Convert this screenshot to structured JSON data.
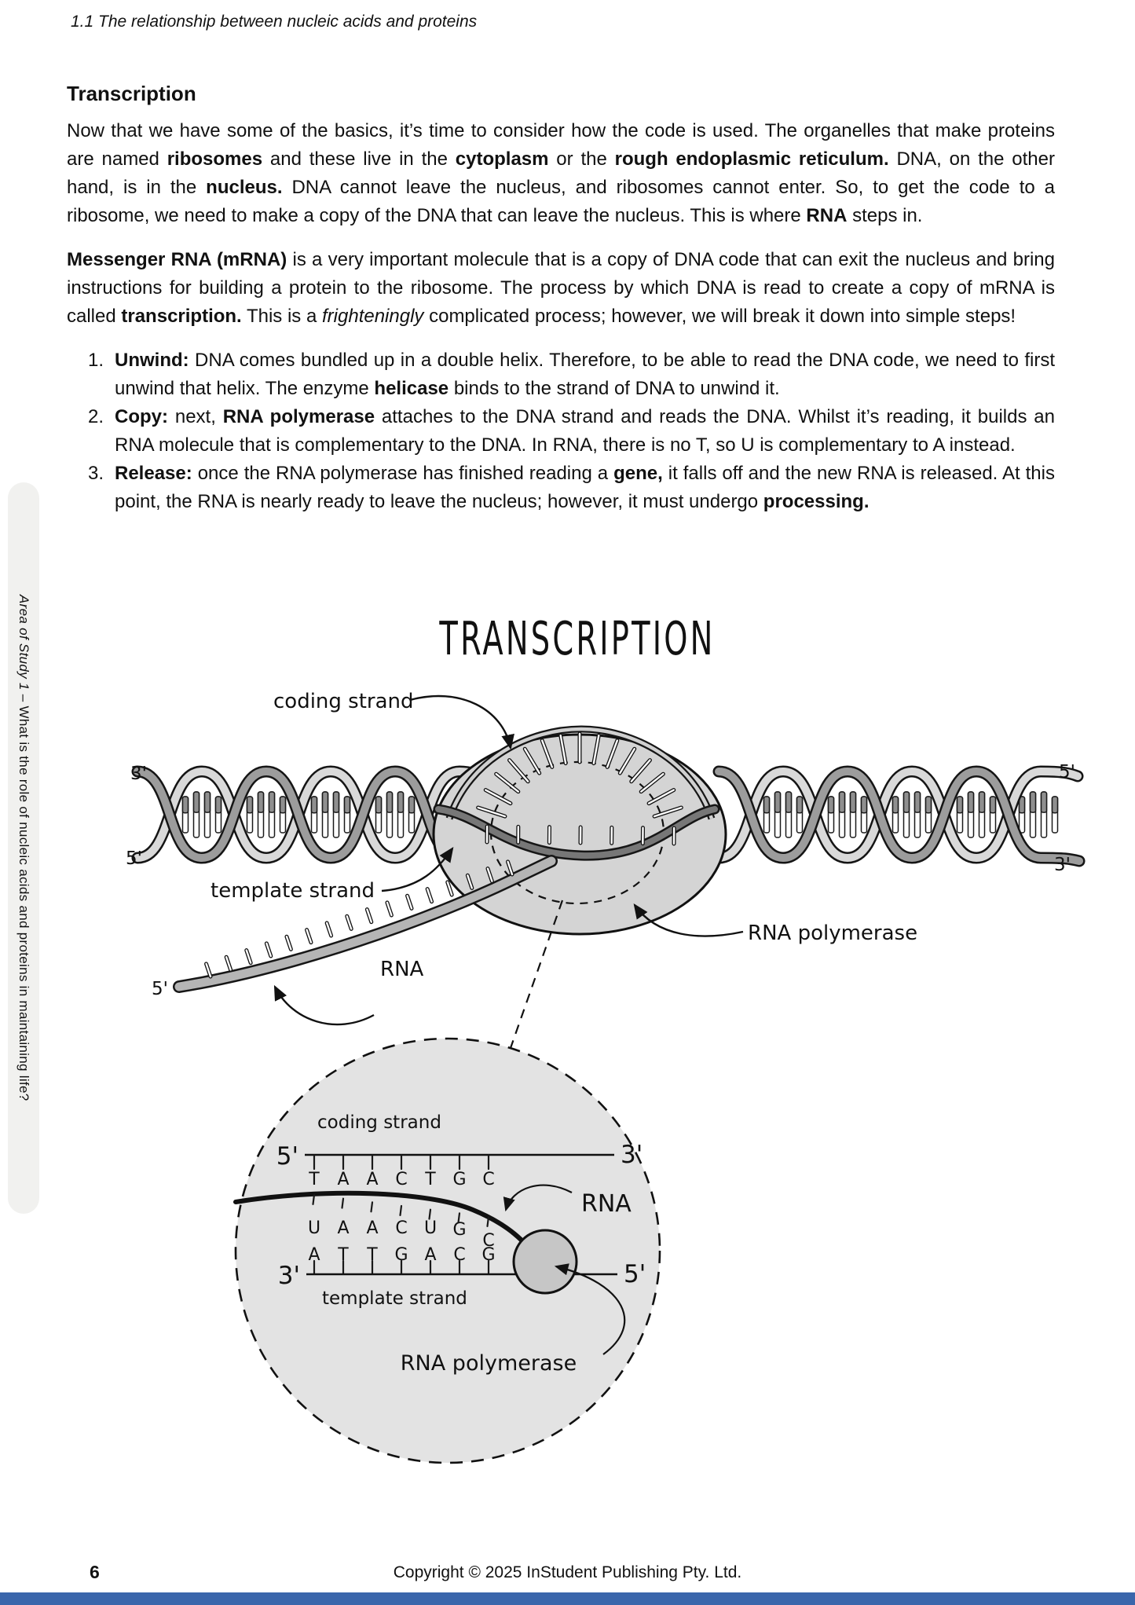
{
  "page": {
    "breadcrumb": "1.1 The relationship between nucleic acids and proteins",
    "footer_page_number": "6",
    "footer_copyright": "Copyright © 2025 InStudent Publishing Pty. Ltd.",
    "footer_bar_color": "#3a66ab"
  },
  "sidebar": {
    "tab_italic": "Area of Study 1 – ",
    "tab_text": "What is the role of nucleic acids and proteins in maintaining life?"
  },
  "content": {
    "heading": "Transcription",
    "paragraph1": [
      {
        "t": "Now that we have some of the basics, it’s time to consider how the code is used. The organelles that make proteins are named "
      },
      {
        "t": "ribosomes",
        "b": true
      },
      {
        "t": " and these live in the "
      },
      {
        "t": "cytoplasm",
        "b": true
      },
      {
        "t": " or the "
      },
      {
        "t": "rough endoplasmic reticulum.",
        "b": true
      },
      {
        "t": " DNA, on the other hand, is in the "
      },
      {
        "t": "nucleus.",
        "b": true
      },
      {
        "t": " DNA cannot leave the nucleus, and ribosomes cannot enter. So, to get the code to a ribosome, we need to make a copy of the DNA that can leave the nucleus. This is where "
      },
      {
        "t": "RNA",
        "b": true
      },
      {
        "t": " steps in."
      }
    ],
    "paragraph2": [
      {
        "t": "Messenger RNA (mRNA)",
        "b": true
      },
      {
        "t": " is a very important molecule that is a copy of DNA code that can exit the nucleus and bring instructions for building a protein to the ribosome. The process by which DNA is read to create a copy of mRNA is called "
      },
      {
        "t": "transcription.",
        "b": true
      },
      {
        "t": " This is a "
      },
      {
        "t": "frighteningly",
        "i": true
      },
      {
        "t": " complicated process; however, we will break it down into simple steps!"
      }
    ],
    "steps": [
      {
        "label": "1.",
        "segments": [
          {
            "t": "Unwind:",
            "b": true
          },
          {
            "t": " DNA comes bundled up in a double helix. Therefore, to be able to read the DNA code, we need to first unwind that helix. The enzyme "
          },
          {
            "t": "helicase",
            "b": true
          },
          {
            "t": " binds to the strand of DNA to unwind it."
          }
        ]
      },
      {
        "label": "2.",
        "segments": [
          {
            "t": "Copy:",
            "b": true
          },
          {
            "t": " next, "
          },
          {
            "t": "RNA polymerase",
            "b": true
          },
          {
            "t": " attaches to the DNA strand and reads the DNA. Whilst it’s reading, it builds an RNA molecule that is complementary to the DNA. In RNA, there is no T, so U is complementary to A instead."
          }
        ]
      },
      {
        "label": "3.",
        "segments": [
          {
            "t": "Release:",
            "b": true
          },
          {
            "t": " once the RNA polymerase has finished reading a "
          },
          {
            "t": "gene,",
            "b": true
          },
          {
            "t": " it falls off and the new RNA is released. At this point, the RNA is nearly ready to leave the nucleus; however, it must undergo "
          },
          {
            "t": "processing.",
            "b": true
          }
        ]
      }
    ]
  },
  "diagram": {
    "title": "TRANSCRIPTION",
    "labels": {
      "coding_strand": "coding strand",
      "template_strand": "template strand",
      "rna": "RNA",
      "rna_polymerase": "RNA polymerase",
      "five_prime": "5'",
      "three_prime": "3'"
    },
    "inset": {
      "coding_strand_label": "coding strand",
      "template_strand_label": "template strand",
      "rna_label": "RNA",
      "rna_polymerase_label": "RNA polymerase",
      "coding_left_end": "5'",
      "coding_right_end": "3'",
      "template_left_end": "3'",
      "template_right_end": "5'",
      "coding_sequence": [
        "T",
        "A",
        "A",
        "C",
        "T",
        "G",
        "C"
      ],
      "rna_sequence": [
        "U",
        "A",
        "A",
        "C",
        "U",
        "G",
        "C"
      ],
      "template_sequence": [
        "A",
        "T",
        "T",
        "G",
        "A",
        "C",
        "G"
      ]
    }
  }
}
